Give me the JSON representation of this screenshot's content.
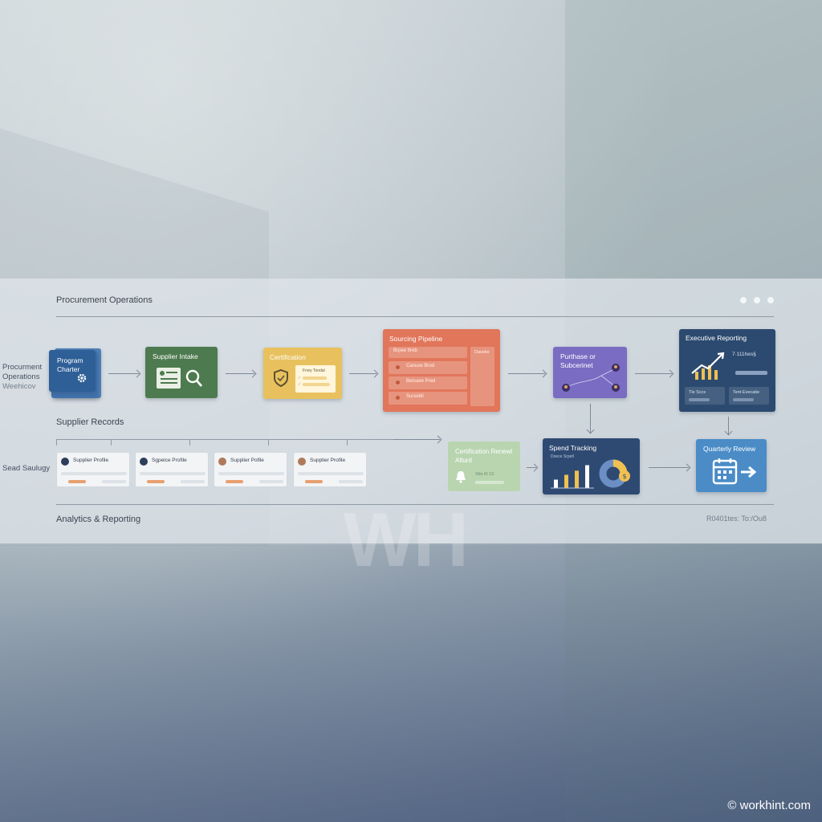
{
  "section_titles": {
    "top": "Procurement Operations",
    "middle": "Supplier Records",
    "bottom": "Analytics & Reporting"
  },
  "side_labels": {
    "row1_line1": "Procurment",
    "row1_line2": "Operations",
    "row1_line3": "Weehicov",
    "row2": "Sead Saulugy"
  },
  "cards": {
    "program_charter": "Program Charter",
    "supplier_intake": "Supplier Intake",
    "certification": "Certification",
    "certification_sub": "Frrey Tondal",
    "sourcing": "Sourcing Pipeline",
    "sourcing_header_left": "Brpee ttreb",
    "sourcing_header_right": "Daveloi",
    "sourcing_rows": [
      "Canuxe Brod",
      "Betsaee Pred",
      "Surseldi"
    ],
    "purchase": "Purthase or Subcerinet",
    "executive": "Executive Reporting",
    "executive_metric": "7·111hes§",
    "executive_tile_left": "Tle Sccs",
    "executive_tile_right": "Tent Evecatie",
    "renewal_title": "Certification Renewl Alturd",
    "renewal_sub": "Stts t0 13",
    "spend_tracking": "Spend Tracking",
    "spend_sub": "Doece Srpetl",
    "spend_values": [
      0.35,
      0.55,
      0.72,
      0.95
    ],
    "quarterly_review": "Quarterly Review"
  },
  "profiles": [
    {
      "title": "Supplier Profile",
      "avatar_color": "#2d3e58"
    },
    {
      "title": "Sgpeice Profile",
      "avatar_color": "#2d3e58"
    },
    {
      "title": "Supplier Pofile",
      "avatar_color": "#b07a5a"
    },
    {
      "title": "Supplier Profile",
      "avatar_color": "#b07a5a"
    }
  ],
  "footer_right": "R0401tes: To:/Ou8",
  "watermark": "WH",
  "copyright": "© workhint.com",
  "colors": {
    "program_charter": "#3a6ea8",
    "supplier_intake": "#4d7a4e",
    "certification": "#e8c15e",
    "sourcing": "#e1765a",
    "purchase": "#7a6cc2",
    "executive": "#2c4a6f",
    "renewal": "#b8d5b0",
    "spend": "#2f4a72",
    "quarterly": "#4b8cc7"
  }
}
